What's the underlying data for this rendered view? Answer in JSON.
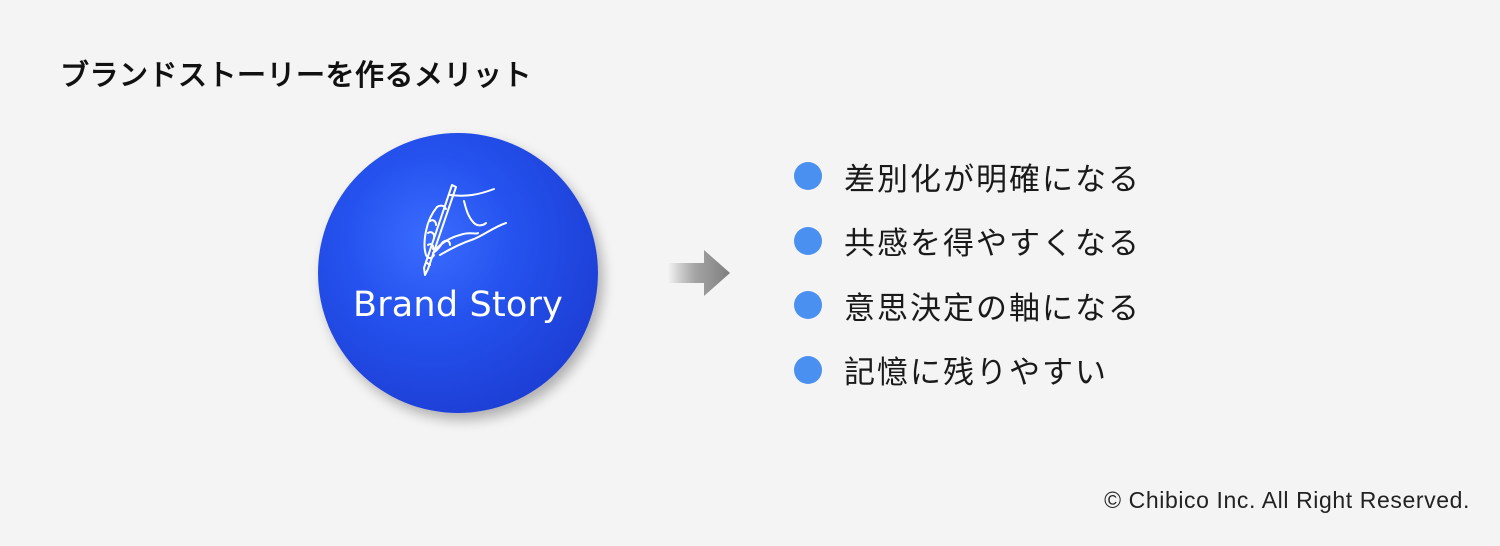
{
  "title": "ブランドストーリーを作るメリット",
  "circle": {
    "label": "Brand Story",
    "icon": "hand-writing-with-pen-icon",
    "colors": {
      "fill_light": "#3a6cff",
      "fill_dark": "#1a36c4",
      "text": "#ffffff"
    }
  },
  "arrow": {
    "icon": "arrow-right-icon",
    "color": "#8a8a8a"
  },
  "benefits": {
    "bullet_color": "#4a90f0",
    "items": [
      {
        "label": "差別化が明確になる"
      },
      {
        "label": "共感を得やすくなる"
      },
      {
        "label": "意思決定の軸になる"
      },
      {
        "label": "記憶に残りやすい"
      }
    ]
  },
  "footer": {
    "copyright": "© Chibico Inc. All Right Reserved."
  },
  "background_color": "#f4f4f4"
}
